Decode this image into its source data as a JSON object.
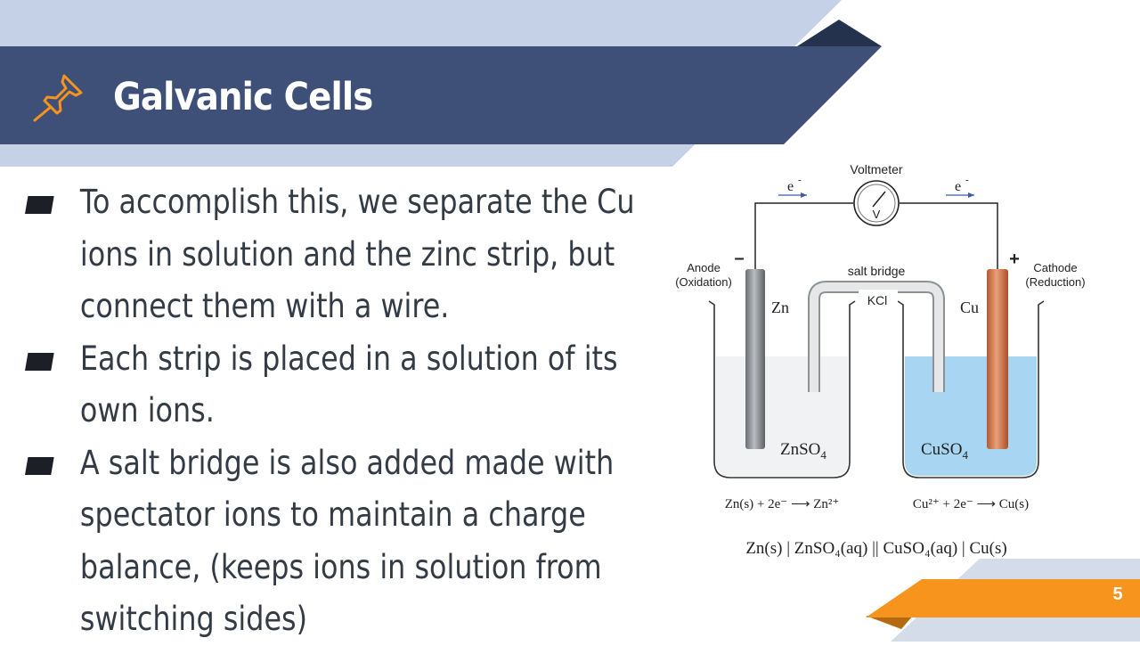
{
  "slide": {
    "title": "Galvanic Cells",
    "page_number": "5",
    "bullets": [
      "To accomplish this, we separate the Cu ions in solution and the zinc strip, but connect them with a wire.",
      "Each strip is placed in a solution of its own ions.",
      "A salt bridge is also added made with spectator ions to maintain a charge balance, (keeps ions in solution from switching sides)"
    ]
  },
  "diagram": {
    "voltmeter_label": "Voltmeter",
    "voltmeter_symbol": "V",
    "electron_left": "e",
    "electron_right": "e",
    "electron_charge": "-",
    "minus_sign": "–",
    "plus_sign": "+",
    "anode_label": "Anode",
    "anode_sub": "(Oxidation)",
    "cathode_label": "Cathode",
    "cathode_sub": "(Reduction)",
    "salt_bridge_label": "salt bridge",
    "salt_bridge_content": "KCl",
    "zn_electrode": "Zn",
    "cu_electrode": "Cu",
    "left_solution": "ZnSO",
    "left_solution_sub": "4",
    "right_solution": "CuSO",
    "right_solution_sub": "4",
    "anode_reaction": "Zn(s) + 2e⁻ ⟶ Zn²⁺",
    "cathode_reaction": "Cu²⁺ + 2e⁻ ⟶ Cu(s)",
    "cell_notation": "Zn(s) | ZnSO₄(aq) || CuSO₄(aq) | Cu(s)"
  },
  "colors": {
    "banner_dark": "#3f5078",
    "banner_light": "#c5d1e7",
    "banner_corner": "#25324d",
    "accent_orange": "#f7941d",
    "solution_blue": "#a8d6f2",
    "copper": "#d27d52",
    "text": "#333b45"
  }
}
